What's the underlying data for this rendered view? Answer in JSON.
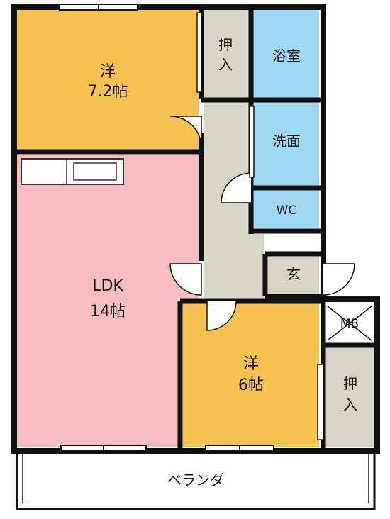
{
  "rooms": {
    "western_room_1": {
      "name": "洋",
      "size": "7.2帖",
      "color": "#F7C24F"
    },
    "closet_1": {
      "label_line1": "押",
      "label_line2": "入",
      "color": "#D9D4C8"
    },
    "bathroom": {
      "label": "浴室",
      "color": "#9ED8F2"
    },
    "washroom": {
      "label": "洗面",
      "color": "#9ED8F2"
    },
    "toilet": {
      "label": "WC",
      "color": "#9ED8F2"
    },
    "hallway": {
      "color": "#D9D4C8"
    },
    "entrance": {
      "label": "玄",
      "color": "#D9D4C8"
    },
    "ldk": {
      "name": "LDK",
      "size": "14帖",
      "color": "#F6BEC2"
    },
    "western_room_2": {
      "name": "洋",
      "size": "6帖",
      "color": "#F7C24F"
    },
    "meter_box": {
      "label": "MB"
    },
    "closet_2": {
      "label_line1": "押",
      "label_line2": "入",
      "color": "#D9D4C8"
    },
    "veranda": {
      "label": "ベランダ",
      "color": "#FFFFFF"
    }
  },
  "wall_color": "#111111"
}
